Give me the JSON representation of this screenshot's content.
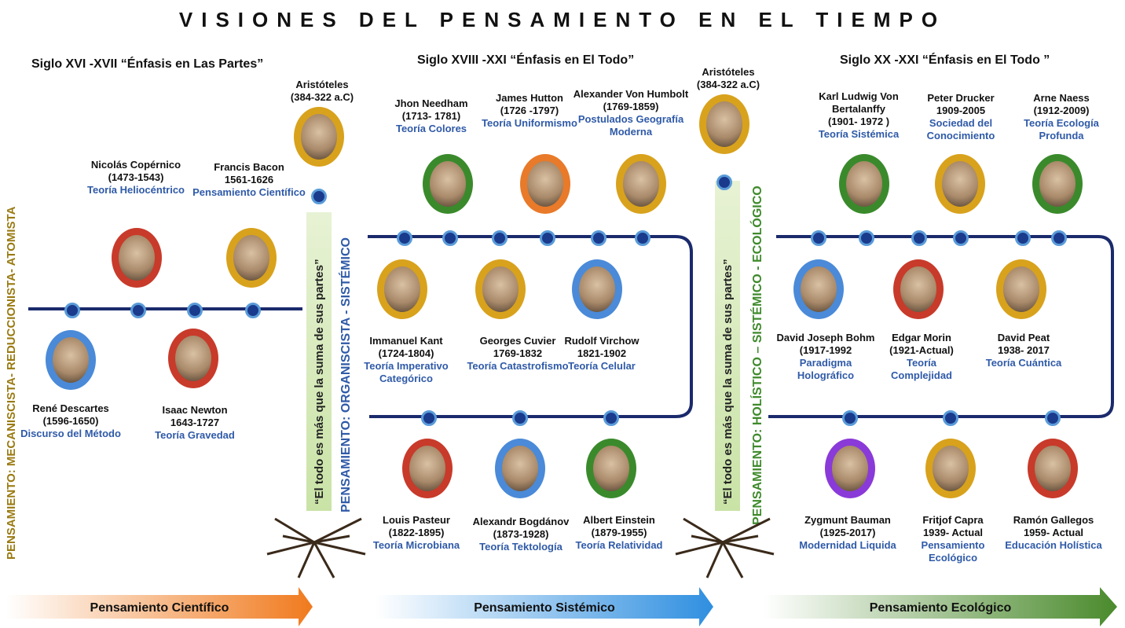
{
  "title": "VISIONES DEL PENSAMIENTO EN EL TIEMPO",
  "eras": [
    {
      "label": "Siglo XVI -XVII  “Énfasis en Las Partes”"
    },
    {
      "label": "Siglo XVIII -XXI   “Énfasis en El Todo”"
    },
    {
      "label": "Siglo XX -XXI   “Énfasis en El Todo ”"
    }
  ],
  "vertical_labels": {
    "left": "PENSAMIENTO: MECANISCISTA- REDUCCIONISTA- ATOMISTA",
    "middle": "PENSAMIENTO:  ORGANISCISTA -  SISTÉMICO",
    "right": "PENSAMIENTO: HOLÍSTICO – SISTÉMICO - ECOLÓGICO"
  },
  "aristotle": [
    {
      "name": "Aristóteles",
      "dates": "(384-322 a.C)"
    },
    {
      "name": "Aristóteles",
      "dates": "(384-322 a.C)"
    }
  ],
  "quote": "“El todo es más que la suma de sus partes”",
  "people": {
    "copernico": {
      "name": "Nicolás Copérnico",
      "dates": "(1473-1543)",
      "contribution": "Teoría Heliocéntrico"
    },
    "bacon": {
      "name": "Francis Bacon",
      "dates": "1561-1626",
      "contribution": "Pensamiento Científico"
    },
    "descartes": {
      "name": "René Descartes",
      "dates": "(1596-1650)",
      "contribution": "Discurso del Método"
    },
    "newton": {
      "name": "Isaac Newton",
      "dates": "1643-1727",
      "contribution": "Teoría Gravedad"
    },
    "needham": {
      "name": "Jhon Needham",
      "dates": "(1713- 1781)",
      "contribution": "Teoría  Colores"
    },
    "hutton": {
      "name": "James Hutton",
      "dates": "(1726 -1797)",
      "contribution": "Teoría Uniformismo"
    },
    "humbolt": {
      "name": "Alexander  Von Humbolt (1769-1859)",
      "dates": "",
      "contribution": "Postulados Geografía Moderna"
    },
    "kant": {
      "name": "Immanuel Kant",
      "dates": "(1724-1804)",
      "contribution": "Teoría Imperativo Categórico"
    },
    "cuvier": {
      "name": "Georges Cuvier",
      "dates": "1769-1832",
      "contribution": "Teoría Catastrofismo"
    },
    "virchow": {
      "name": "Rudolf  Virchow",
      "dates": "1821-1902",
      "contribution": "Teoría Celular"
    },
    "pasteur": {
      "name": "Louis Pasteur",
      "dates": "(1822-1895)",
      "contribution": "Teoría Microbiana"
    },
    "bogdanov": {
      "name": "Alexandr Bogdánov",
      "dates": "(1873-1928)",
      "contribution": "Teoría Tektología"
    },
    "einstein": {
      "name": "Albert Einstein",
      "dates": "(1879-1955)",
      "contribution": "Teoría Relatividad"
    },
    "bertalanffy": {
      "name": "Karl Ludwig Von Bertalanffy",
      "dates": "(1901- 1972 )",
      "contribution": "Teoría Sistémica"
    },
    "drucker": {
      "name": "Peter Drucker",
      "dates": "1909-2005",
      "contribution": "Sociedad del Conocimiento"
    },
    "naess": {
      "name": "Arne Naess",
      "dates": "(1912-2009)",
      "contribution": "Teoría Ecología Profunda"
    },
    "bohm": {
      "name": "David Joseph Bohm",
      "dates": "(1917-1992",
      "contribution": "Paradigma Holográfico"
    },
    "morin": {
      "name": "Edgar Morin",
      "dates": "(1921-Actual)",
      "contribution": "Teoría Complejidad"
    },
    "peat": {
      "name": "David Peat",
      "dates": "1938- 2017",
      "contribution": "Teoría Cuántica"
    },
    "bauman": {
      "name": "Zygmunt Bauman",
      "dates": "(1925-2017)",
      "contribution": "Modernidad Liquida"
    },
    "capra": {
      "name": "Fritjof  Capra",
      "dates": "1939- Actual",
      "contribution": "Pensamiento Ecológico"
    },
    "gallegos": {
      "name": "Ramón Gallegos",
      "dates": "1959- Actual",
      "contribution": "Educación Holística"
    }
  },
  "bottom_bars": [
    {
      "label": "Pensamiento Científico",
      "color": "#f07a1e"
    },
    {
      "label": "Pensamiento Sistémico",
      "color": "#2f8fe0"
    },
    {
      "label": "Pensamiento  Ecológico",
      "color": "#4a8a2c"
    }
  ],
  "colors": {
    "timeline": "#1a2a6c",
    "contribution_text": "#2f5aa8",
    "left_vertical": "#9a7a10",
    "middle_vertical": "#2f5aa8",
    "right_vertical": "#3f8a2c"
  }
}
